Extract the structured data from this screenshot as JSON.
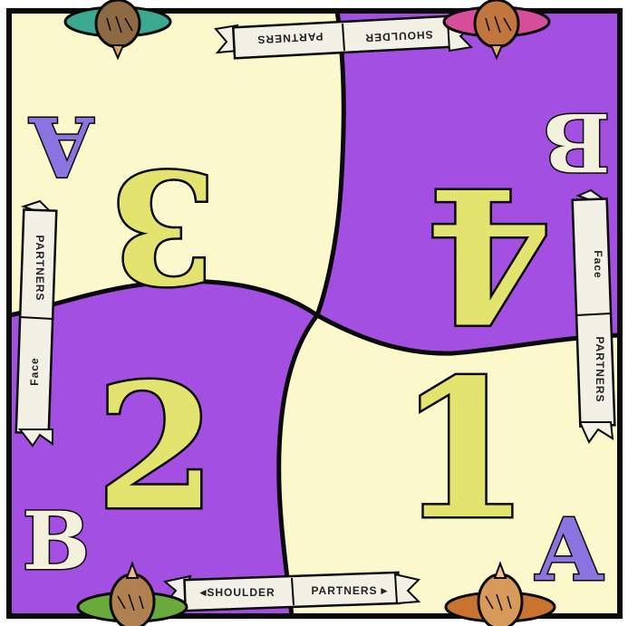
{
  "colors": {
    "cream": "#fbf9cc",
    "purple": "#a24fe2",
    "numeral": "#e3e36f",
    "letter_a": "#8a74df",
    "letter_b": "#f3f1dc",
    "outline": "#0a0a0a"
  },
  "quadrants": {
    "top_left": {
      "number": "3",
      "letter": "A"
    },
    "top_right": {
      "number": "4",
      "letter": "B"
    },
    "bottom_left": {
      "number": "2",
      "letter": "B"
    },
    "bottom_right": {
      "number": "1",
      "letter": "A"
    }
  },
  "ribbons": {
    "top_left_word": "PARTNERS",
    "top_right_word": "SHOULDER",
    "left_top_word": "PARTNERS",
    "left_bottom_word": "Face",
    "right_top_word": "Face",
    "right_bottom_word": "PARTNERS",
    "bottom_left_word": "SHOULDER",
    "bottom_right_word": "PARTNERS"
  },
  "figures": {
    "top_left": {
      "icon": "student-head-icon",
      "collar": "#3aa98f"
    },
    "top_right": {
      "icon": "student-head-icon",
      "collar": "#d64e9a"
    },
    "bottom_left": {
      "icon": "student-head-icon",
      "collar": "#6aaa3a"
    },
    "bottom_right": {
      "icon": "student-head-icon",
      "collar": "#c8742e"
    }
  }
}
